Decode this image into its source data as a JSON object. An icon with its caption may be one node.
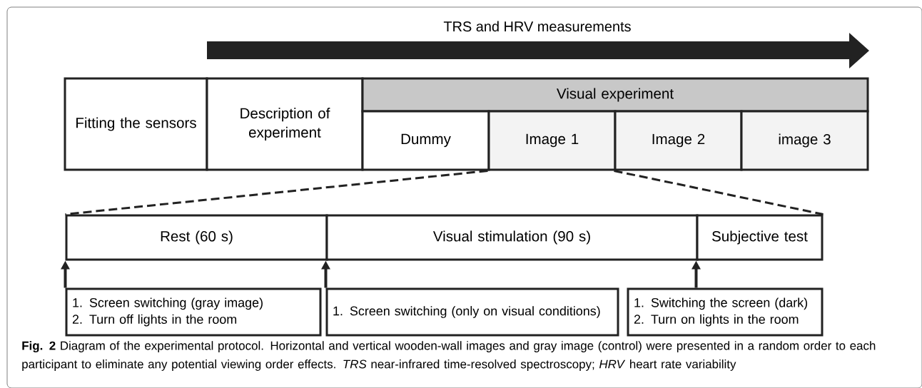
{
  "diagram": {
    "caption": "**Fig. 2** Diagram of the experimental protocol. Horizontal and vertical wooden-wall images and gray image (control) were presented in a random order to each participant to eliminate any potential viewing order effects. *TRS* near-infrared time-resolved spectroscopy; *HRV* heart rate variability",
    "nodes": [
      {
        "text": [
          "Fitting the sensors"
        ]
      },
      {
        "text": [
          "Description of experiment"
        ]
      },
      {
        "text": [
          "Visual experiment"
        ]
      },
      {
        "text": [
          "Dummy"
        ]
      },
      {
        "text": [
          "Image 1"
        ]
      },
      {
        "text": [
          "Image 2"
        ]
      },
      {
        "text": [
          "image 3"
        ]
      },
      {
        "text": [
          "Rest (60 s)"
        ]
      },
      {
        "text": [
          "Visual stimulation (90 s)"
        ]
      },
      {
        "text": [
          "Subjective test"
        ]
      },
      {
        "text": [
          "1. Screen switching (gray image)",
          "2. Turn off lights in the room"
        ]
      },
      {
        "text": [
          "1. Screen switching (only on visual conditions)"
        ]
      },
      {
        "text": [
          "1. Switching the screen (dark)",
          "2. Turn on lights in the room"
        ]
      }
    ],
    "edges": [
      {
        "from": 4,
        "to": 7,
        "arrow": "none",
        "style": "dashed"
      },
      {
        "from": 5,
        "to": 9,
        "arrow": "none",
        "style": "dashed"
      },
      {
        "from": 10,
        "to": 7,
        "arrow": "to"
      },
      {
        "from": 11,
        "to": 8,
        "arrow": "to"
      },
      {
        "from": 12,
        "to": 9,
        "arrow": "to"
      }
    ],
    "labels": [
      "TRS and HRV measurements"
    ]
  }
}
